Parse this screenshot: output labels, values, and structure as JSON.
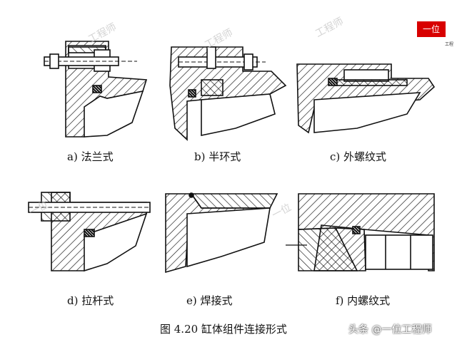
{
  "figure": {
    "caption": "图 4.20   缸体组件连接形式",
    "panels": [
      {
        "label": "a)  法兰式"
      },
      {
        "label": "b)  半环式"
      },
      {
        "label": "c)  外螺纹式"
      },
      {
        "label": "d)  拉杆式"
      },
      {
        "label": "e)  焊接式"
      },
      {
        "label": "f)  内螺纹式"
      }
    ]
  },
  "watermarks": [
    "工程师",
    "工程师",
    "工程师",
    "一位",
    "一位"
  ],
  "logo": {
    "text": "一位",
    "sub": "工程"
  },
  "byline": "头条 @一位工程师",
  "colors": {
    "line": "#111111",
    "background": "#ffffff",
    "logo": "#d80000"
  }
}
